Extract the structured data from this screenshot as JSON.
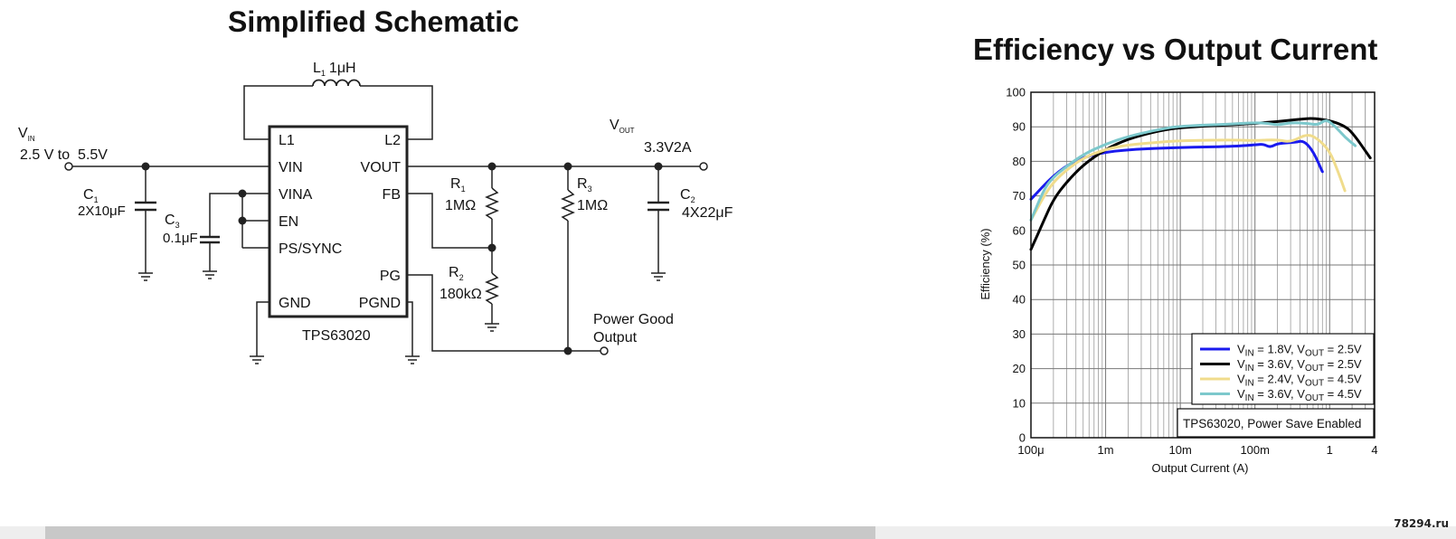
{
  "schematic": {
    "title": "Simplified Schematic",
    "ic_name": "TPS63020",
    "pins_left": [
      "VIN",
      "VINA",
      "EN",
      "PS/SYNC",
      "GND"
    ],
    "pins_right": [
      "L2",
      "VOUT",
      "FB",
      "PG",
      "PGND"
    ],
    "pin_l1": "L1",
    "inductor": {
      "ref": "L",
      "sub": "1",
      "value": "1μH"
    },
    "vin": {
      "ref": "V",
      "sub": "IN",
      "range": "2.5 V to  5.5V"
    },
    "vout": {
      "ref": "V",
      "sub": "OUT",
      "value": "3.3V2A"
    },
    "c1": {
      "ref": "C",
      "sub": "1",
      "value": "2X10μF"
    },
    "c3": {
      "ref": "C",
      "sub": "3",
      "value": "0.1μF"
    },
    "c2": {
      "ref": "C",
      "sub": "2",
      "value": "4X22μF"
    },
    "r1": {
      "ref": "R",
      "sub": "1",
      "value": "1MΩ"
    },
    "r2": {
      "ref": "R",
      "sub": "2",
      "value": "180kΩ"
    },
    "r3": {
      "ref": "R",
      "sub": "3",
      "value": "1MΩ"
    },
    "power_good": [
      "Power Good",
      "Output"
    ]
  },
  "chart": {
    "title": "Efficiency vs Output Current",
    "chart_data": {
      "type": "line",
      "title": "Efficiency vs Output Current",
      "xlabel": "Output Current (A)",
      "ylabel": "Efficiency (%)",
      "x_scale": "log",
      "xlim": [
        0.0001,
        4
      ],
      "ylim": [
        0,
        100
      ],
      "x_ticks": [
        0.0001,
        0.001,
        0.01,
        0.1,
        1,
        4
      ],
      "x_tick_labels": [
        "100μ",
        "1m",
        "10m",
        "100m",
        "1",
        "4"
      ],
      "y_ticks": [
        0,
        10,
        20,
        30,
        40,
        50,
        60,
        70,
        80,
        90,
        100
      ],
      "grid": true,
      "legend_position": "bottom-right",
      "annotation": "TPS63020, Power Save Enabled",
      "series": [
        {
          "vin": "1.8V",
          "vout": "2.5V",
          "color": "#1a1aee",
          "points": [
            [
              0.0001,
              69
            ],
            [
              0.0002,
              76
            ],
            [
              0.0004,
              80.5
            ],
            [
              0.001,
              82.8
            ],
            [
              0.003,
              83.6
            ],
            [
              0.01,
              84
            ],
            [
              0.05,
              84.3
            ],
            [
              0.1,
              84.8
            ],
            [
              0.13,
              85
            ],
            [
              0.16,
              84
            ],
            [
              0.2,
              85.2
            ],
            [
              0.35,
              85.5
            ],
            [
              0.45,
              86
            ],
            [
              0.6,
              83
            ],
            [
              0.8,
              77
            ]
          ]
        },
        {
          "vin": "3.6V",
          "vout": "2.5V",
          "color": "#000000",
          "points": [
            [
              0.0001,
              54.5
            ],
            [
              0.00015,
              63
            ],
            [
              0.0002,
              69
            ],
            [
              0.0003,
              74
            ],
            [
              0.0005,
              79
            ],
            [
              0.001,
              83.5
            ],
            [
              0.002,
              86.5
            ],
            [
              0.005,
              88.8
            ],
            [
              0.01,
              89.8
            ],
            [
              0.05,
              90.6
            ],
            [
              0.1,
              91
            ],
            [
              0.2,
              91.5
            ],
            [
              0.4,
              92.2
            ],
            [
              0.6,
              92.5
            ],
            [
              1,
              91.8
            ],
            [
              1.5,
              90.5
            ],
            [
              2,
              88.5
            ],
            [
              3.5,
              81
            ]
          ]
        },
        {
          "vin": "2.4V",
          "vout": "4.5V",
          "color": "#f0dc8c",
          "points": [
            [
              0.0001,
              63
            ],
            [
              0.00015,
              70
            ],
            [
              0.0002,
              74
            ],
            [
              0.0003,
              77.5
            ],
            [
              0.0005,
              81
            ],
            [
              0.001,
              83.5
            ],
            [
              0.002,
              84.8
            ],
            [
              0.005,
              85.5
            ],
            [
              0.01,
              86
            ],
            [
              0.05,
              86.2
            ],
            [
              0.1,
              86
            ],
            [
              0.2,
              86.3
            ],
            [
              0.3,
              85.5
            ],
            [
              0.5,
              88
            ],
            [
              0.7,
              86.5
            ],
            [
              1,
              83
            ],
            [
              1.3,
              77
            ],
            [
              1.6,
              71.5
            ]
          ]
        },
        {
          "vin": "3.6V",
          "vout": "4.5V",
          "color": "#7cc8cc",
          "points": [
            [
              0.0001,
              63
            ],
            [
              0.00015,
              72
            ],
            [
              0.0002,
              75.5
            ],
            [
              0.0003,
              78.5
            ],
            [
              0.0005,
              82
            ],
            [
              0.001,
              85
            ],
            [
              0.002,
              87.2
            ],
            [
              0.005,
              89.2
            ],
            [
              0.01,
              90.2
            ],
            [
              0.05,
              90.8
            ],
            [
              0.1,
              91.2
            ],
            [
              0.15,
              91
            ],
            [
              0.2,
              90.5
            ],
            [
              0.3,
              91.2
            ],
            [
              0.5,
              91
            ],
            [
              0.7,
              90.5
            ],
            [
              0.9,
              92.2
            ],
            [
              1.2,
              90
            ],
            [
              1.6,
              87
            ],
            [
              2.2,
              84.5
            ]
          ]
        }
      ]
    },
    "legend": [
      {
        "vin_val": "1.8V",
        "vout_val": "2.5V",
        "color": "#1a1aee"
      },
      {
        "vin_val": "3.6V",
        "vout_val": "2.5V",
        "color": "#000000"
      },
      {
        "vin_val": "2.4V",
        "vout_val": "4.5V",
        "color": "#f0dc8c"
      },
      {
        "vin_val": "3.6V",
        "vout_val": "4.5V",
        "color": "#7cc8cc"
      }
    ],
    "legend_labels": {
      "v": "V",
      "in": "IN",
      "out": "OUT",
      "eq": " = ",
      "sep": ", "
    }
  },
  "watermark": "78294.ru"
}
